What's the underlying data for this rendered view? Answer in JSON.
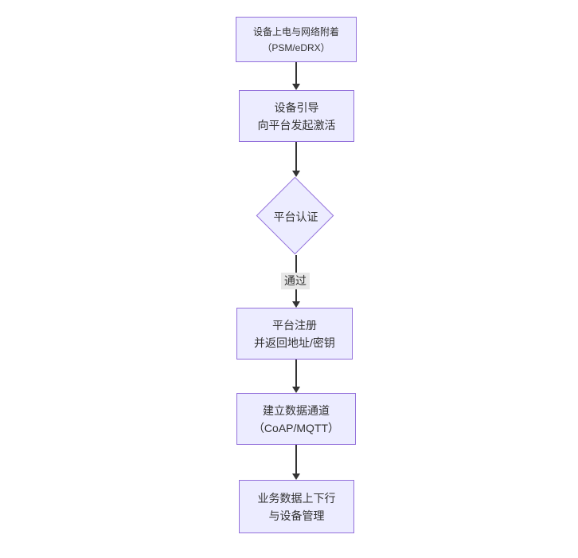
{
  "diagram": {
    "type": "flowchart",
    "direction": "top-down",
    "colors": {
      "node_fill": "#ECECFF",
      "node_border": "#9370DB",
      "text": "#333333",
      "arrow": "#333333",
      "edge_label_bg": "#e8e8e8",
      "background": "#ffffff"
    },
    "nodes": [
      {
        "id": "power-attach",
        "shape": "rect",
        "line1": "设备上电与网络附着",
        "line2": "（PSM/eDRX）"
      },
      {
        "id": "bootstrap",
        "shape": "rect",
        "line1": "设备引导",
        "line2": "向平台发起激活"
      },
      {
        "id": "auth",
        "shape": "diamond",
        "line1": "平台认证",
        "line2": ""
      },
      {
        "id": "register",
        "shape": "rect",
        "line1": "平台注册",
        "line2": "并返回地址/密钥"
      },
      {
        "id": "channel",
        "shape": "rect",
        "line1": "建立数据通道",
        "line2": "（CoAP/MQTT）"
      },
      {
        "id": "business",
        "shape": "rect",
        "line1": "业务数据上下行",
        "line2": "与设备管理"
      }
    ],
    "edges": [
      {
        "from": "power-attach",
        "to": "bootstrap",
        "label": ""
      },
      {
        "from": "bootstrap",
        "to": "auth",
        "label": ""
      },
      {
        "from": "auth",
        "to": "register",
        "label": "通过"
      },
      {
        "from": "register",
        "to": "channel",
        "label": ""
      },
      {
        "from": "channel",
        "to": "business",
        "label": ""
      }
    ],
    "edge_label_pass": "通过"
  }
}
